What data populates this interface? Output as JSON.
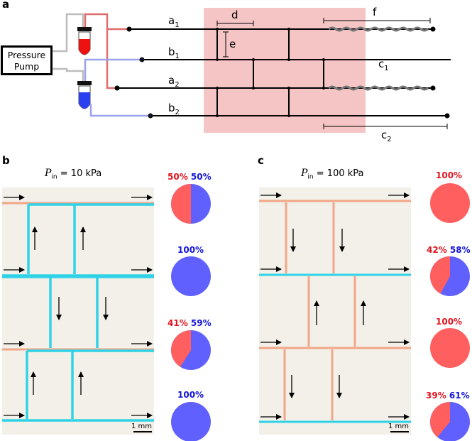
{
  "panels": {
    "a": {
      "letter": "a",
      "pump_line1": "Pressure",
      "pump_line2": "Pump",
      "channels": [
        {
          "base": "a",
          "sub": "1"
        },
        {
          "base": "b",
          "sub": "1"
        },
        {
          "base": "a",
          "sub": "2"
        },
        {
          "base": "b",
          "sub": "2"
        }
      ],
      "outlets": [
        {
          "base": "c",
          "sub": "1"
        },
        {
          "base": "c",
          "sub": "2"
        }
      ],
      "dimensions": {
        "d": "d",
        "e": "e",
        "f": "f"
      }
    },
    "b": {
      "letter": "b",
      "pin_symbol": "P",
      "pin_sub": "in",
      "pin_value": " = 10 kPa",
      "scale": "1 mm",
      "pies": [
        {
          "red_pct": "50%",
          "blue_pct": "50%",
          "red_fraction": 0.5
        },
        {
          "blue_pct": "100%",
          "red_fraction": 0.0
        },
        {
          "red_pct": "41%",
          "blue_pct": "59%",
          "red_fraction": 0.41
        },
        {
          "blue_pct": "100%",
          "red_fraction": 0.0
        }
      ]
    },
    "c": {
      "letter": "c",
      "pin_symbol": "P",
      "pin_sub": "in",
      "pin_value": " = 100 kPa",
      "scale": "1 mm",
      "pies": [
        {
          "red_pct": "100%",
          "red_fraction": 1.0
        },
        {
          "red_pct": "42%",
          "blue_pct": "58%",
          "red_fraction": 0.42
        },
        {
          "red_pct": "100%",
          "red_fraction": 1.0
        },
        {
          "red_pct": "39%",
          "blue_pct": "61%",
          "red_fraction": 0.39
        }
      ]
    }
  },
  "colors": {
    "red_fluid": "#ff5f5f",
    "blue_fluid": "#6060ff",
    "shade": "#f5c4c4",
    "cyan_channel": "#2fd2e6",
    "orange_channel": "#f2a688",
    "tube_red": "#e06d6d",
    "tube_blue": "#9aa2ee",
    "tube_gray": "#bdbdbd",
    "micro_bg": "#f2f0e8"
  }
}
